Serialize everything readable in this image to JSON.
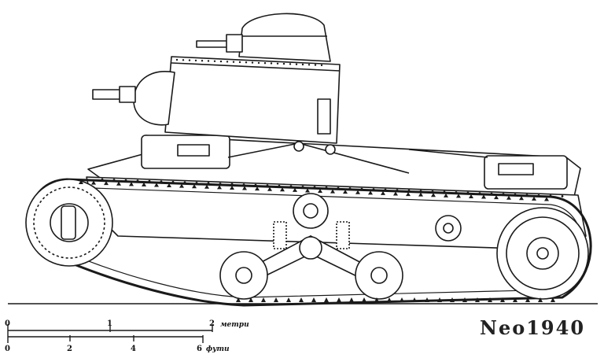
{
  "scale": {
    "metric_ticks": [
      "0",
      "1",
      "2"
    ],
    "metric_unit": "метри",
    "imperial_ticks": [
      "0",
      "2",
      "4",
      "6"
    ],
    "imperial_unit": "фути"
  },
  "signature": "Neo1940",
  "colors": {
    "line": "#1a1a1a",
    "background": "#ffffff",
    "armor": "#ffffff"
  }
}
